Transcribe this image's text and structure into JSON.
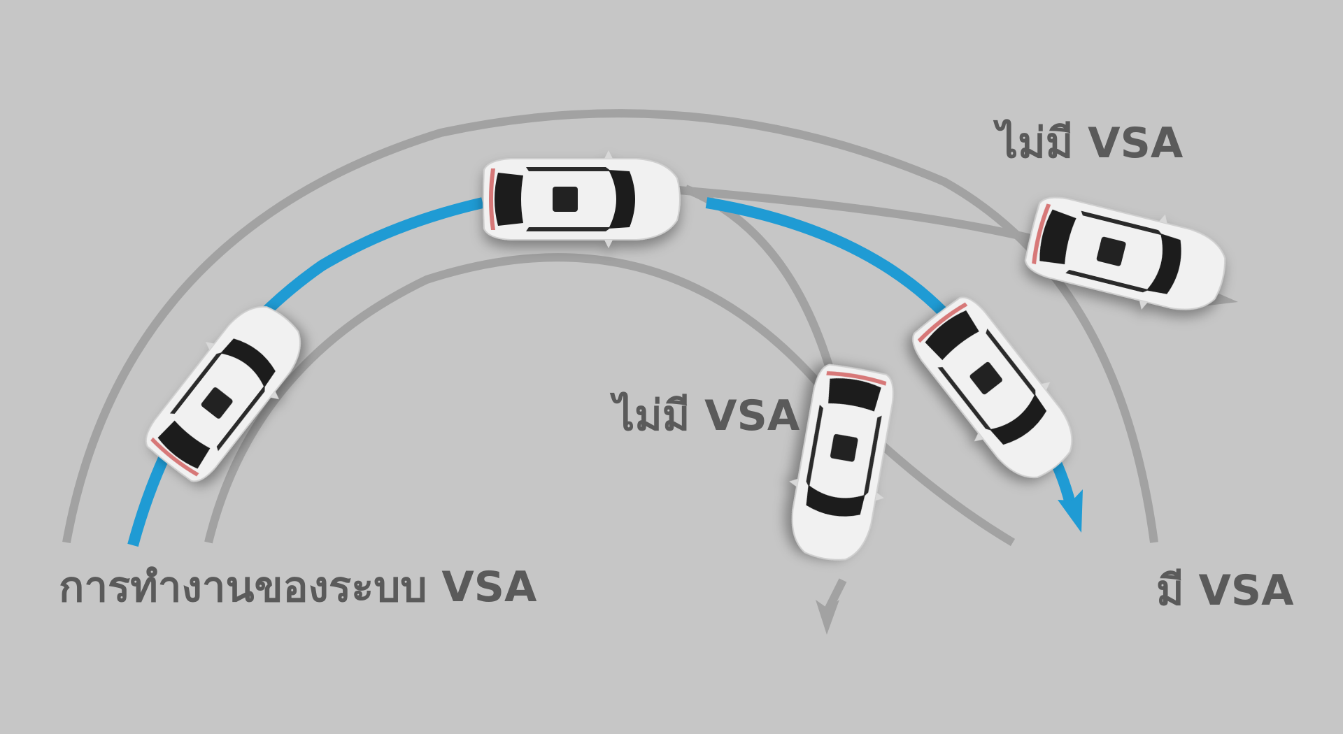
{
  "labels": {
    "title": "การทำงานของระบบ VSA",
    "without_vsa_upper": "ไม่มี VSA",
    "without_vsa_lower": "ไม่มี VSA",
    "with_vsa": "มี VSA"
  },
  "colors": {
    "background": "#c6c6c6",
    "road_line": "#a2a2a2",
    "vsa_path": "#1f9bd4",
    "text": "#5a5a5a",
    "car_body": "#f1f1f1",
    "car_glass": "#1c1c1c"
  },
  "icons": [
    "car-icon",
    "arrow-icon"
  ]
}
